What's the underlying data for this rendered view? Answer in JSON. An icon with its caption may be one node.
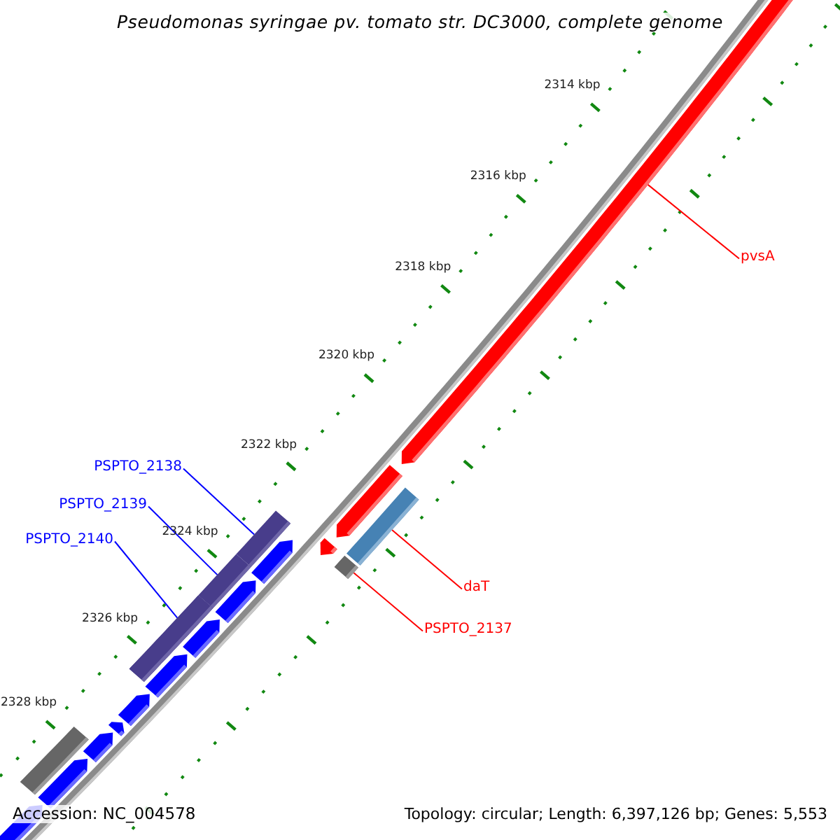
{
  "diagram": {
    "title": "Pseudomonas syringae pv. tomato str. DC3000, complete genome",
    "nodes": [
      {
        "text": [
          "pvsA"
        ]
      },
      {
        "text": [],
        "shape": "arrow"
      },
      {
        "text": [
          "daT"
        ]
      },
      {
        "text": [],
        "shape": "box"
      },
      {
        "text": [
          "PSPTO_2137"
        ]
      },
      {
        "text": [],
        "shape": "box"
      },
      {
        "text": [
          "PSPTO_2138"
        ]
      },
      {
        "text": [],
        "shape": "box"
      },
      {
        "text": [
          "PSPTO_2139"
        ]
      },
      {
        "text": [],
        "shape": "box"
      },
      {
        "text": [
          "PSPTO_2140"
        ]
      },
      {
        "text": [],
        "shape": "box"
      }
    ],
    "edges": [
      {
        "from": 0,
        "to": 1,
        "arrow": "none",
        "color": "#ff0000"
      },
      {
        "from": 2,
        "to": 3,
        "arrow": "none",
        "color": "#ff0000"
      },
      {
        "from": 4,
        "to": 5,
        "arrow": "none",
        "color": "#ff0000"
      },
      {
        "from": 6,
        "to": 7,
        "arrow": "none",
        "color": "#0000ff"
      },
      {
        "from": 8,
        "to": 9,
        "arrow": "none",
        "color": "#0000ff"
      },
      {
        "from": 10,
        "to": 11,
        "arrow": "none",
        "color": "#0000ff"
      }
    ],
    "labels": [
      "2314 kbp",
      "2316 kbp",
      "2318 kbp",
      "2320 kbp",
      "2322 kbp",
      "2324 kbp",
      "2326 kbp",
      "2328 kbp",
      "Accession: NC_004578",
      "Topology: circular; Length: 6,397,126 bp; Genes: 5,553"
    ]
  }
}
